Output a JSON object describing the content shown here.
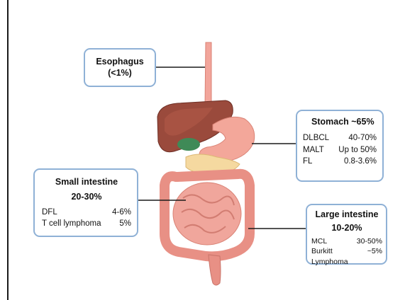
{
  "regions": {
    "esophagus": {
      "title_line1": "Esophagus",
      "title_line2": "(<1%)"
    },
    "stomach": {
      "title": "Stomach ~65%",
      "rows": [
        {
          "label": "DLBCL",
          "value": "40-70%"
        },
        {
          "label": "MALT",
          "value": "Up to 50%"
        },
        {
          "label": "FL",
          "value": "0.8-3.6%"
        }
      ]
    },
    "small_intestine": {
      "title_line1": "Small intestine",
      "title_line2": "20-30%",
      "rows": [
        {
          "label": "DFL",
          "value": "4-6%"
        },
        {
          "label": "T cell lymphoma",
          "value": "5%"
        }
      ]
    },
    "large_intestine": {
      "title_line1": "Large intestine",
      "title_line2": "10-20%",
      "rows": [
        {
          "label": "MCL",
          "value": "30-50%"
        },
        {
          "label": "Burkitt Lymphoma",
          "value": "~5%"
        }
      ]
    }
  },
  "colors": {
    "box_border": "#8fb1d6",
    "esophagus": "#f2a59b",
    "liver": "#9a4a3c",
    "gallbladder": "#3f8a57",
    "stomach": "#f3a79a",
    "pancreas": "#f5d9a0",
    "intestine": "#f0a69c",
    "leader_line": "#1a1a1a"
  }
}
